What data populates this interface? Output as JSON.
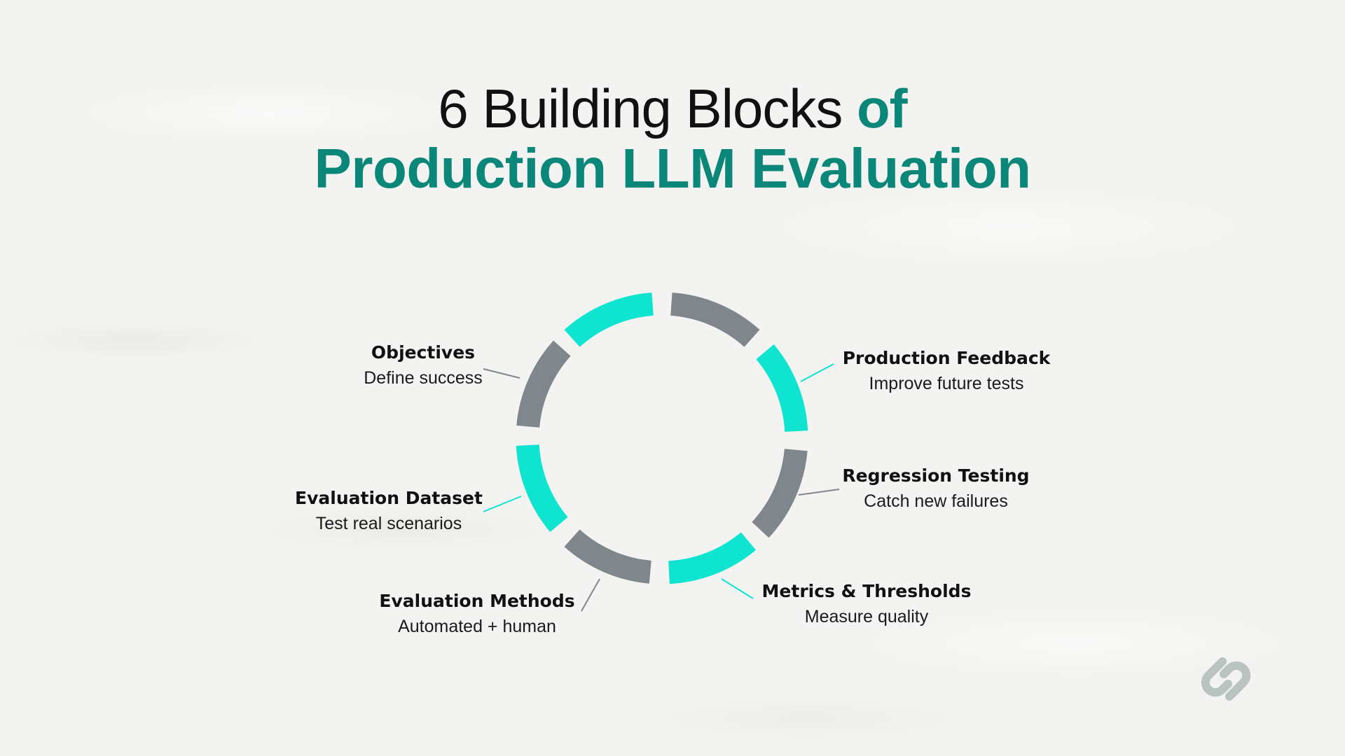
{
  "title": {
    "line1_prefix": "6 Building Blocks",
    "line1_accent": "of",
    "line2": "Production LLM Evaluation"
  },
  "colors": {
    "accent_teal": "#0b8779",
    "segment_cyan": "#0ee4cf",
    "segment_gray": "#7f868c"
  },
  "blocks": [
    {
      "name": "Objectives",
      "description": "Define success"
    },
    {
      "name": "Production Feedback",
      "description": "Improve future tests"
    },
    {
      "name": "Regression Testing",
      "description": "Catch new failures"
    },
    {
      "name": "Evaluation Dataset",
      "description": "Test real scenarios"
    },
    {
      "name": "Metrics & Thresholds",
      "description": "Measure quality"
    },
    {
      "name": "Evaluation Methods",
      "description": "Automated + human"
    }
  ],
  "logo": {
    "icon": "link-chain-icon"
  }
}
